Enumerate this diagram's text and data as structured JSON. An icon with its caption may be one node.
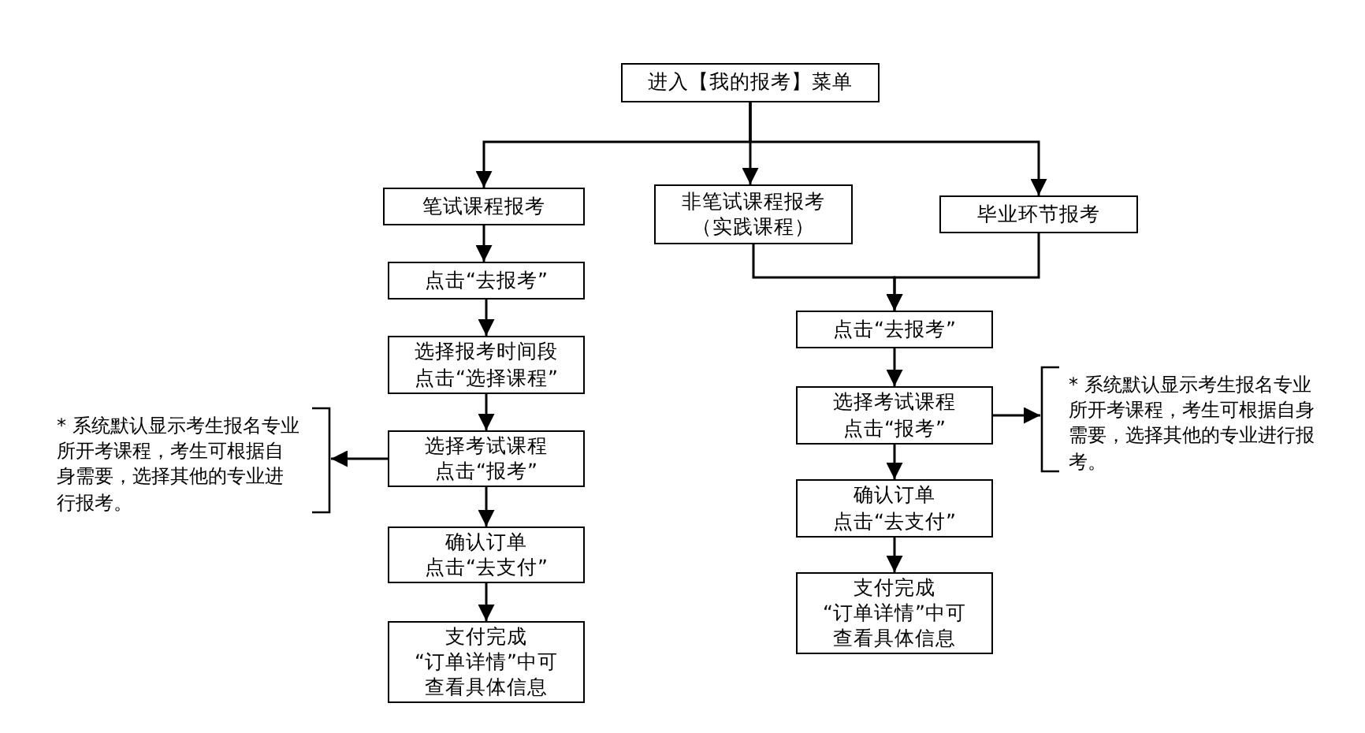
{
  "diagram": {
    "nodes": [
      {
        "text": [
          "进入【我的报考】菜单"
        ]
      },
      {
        "text": [
          "笔试课程报考"
        ]
      },
      {
        "text": [
          "非笔试课程报考",
          "（实践课程）"
        ]
      },
      {
        "text": [
          "毕业环节报考"
        ]
      },
      {
        "text": [
          "点击“去报考”"
        ]
      },
      {
        "text": [
          "选择报考时间段",
          "点击“选择课程”"
        ]
      },
      {
        "text": [
          "选择考试课程",
          "点击“报考”"
        ]
      },
      {
        "text": [
          "确认订单",
          "点击“去支付”"
        ]
      },
      {
        "text": [
          "支付完成",
          "“订单详情”中可查看具体信息"
        ]
      },
      {
        "text": [
          "* 系统默认显示考生报名专业所开考课程，考生可根据自身需要，选择其他的专业进行报考。"
        ]
      },
      {
        "text": [
          "点击“去报考”"
        ]
      },
      {
        "text": [
          "选择考试课程",
          "点击“报考”"
        ]
      },
      {
        "text": [
          "确认订单",
          "点击“去支付”"
        ]
      },
      {
        "text": [
          "支付完成",
          "“订单详情”中可查看具体信息"
        ]
      },
      {
        "text": [
          "* 系统默认显示考生报名专业所开考课程，考生可根据自身需要，选择其他的专业进行报考。"
        ]
      }
    ],
    "edges": [
      {
        "from": 0,
        "to": 1,
        "arrow": "to"
      },
      {
        "from": 0,
        "to": 2,
        "arrow": "to"
      },
      {
        "from": 0,
        "to": 3,
        "arrow": "to"
      },
      {
        "from": 1,
        "to": 4,
        "arrow": "to"
      },
      {
        "from": 4,
        "to": 5,
        "arrow": "to"
      },
      {
        "from": 5,
        "to": 6,
        "arrow": "to"
      },
      {
        "from": 6,
        "to": 9,
        "arrow": "to"
      },
      {
        "from": 6,
        "to": 7,
        "arrow": "to"
      },
      {
        "from": 7,
        "to": 8,
        "arrow": "to"
      },
      {
        "from": 2,
        "to": 10,
        "arrow": "to"
      },
      {
        "from": 3,
        "to": 10,
        "arrow": "to"
      },
      {
        "from": 10,
        "to": 11,
        "arrow": "to"
      },
      {
        "from": 11,
        "to": 14,
        "arrow": "to"
      },
      {
        "from": 11,
        "to": 12,
        "arrow": "to"
      },
      {
        "from": 12,
        "to": 13,
        "arrow": "to"
      }
    ]
  }
}
